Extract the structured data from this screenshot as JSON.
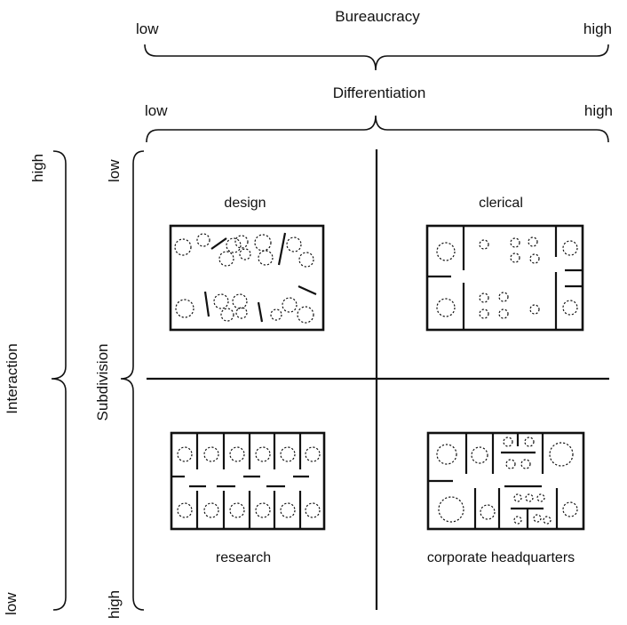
{
  "top_axis": {
    "title": "Bureaucracy",
    "low": "low",
    "high": "high"
  },
  "second_axis": {
    "title": "Differentiation",
    "low": "low",
    "high": "high"
  },
  "left_axis": {
    "title": "Interaction",
    "high": "high",
    "low": "low"
  },
  "inner_left_axis": {
    "title": "Subdivision",
    "low": "low",
    "high": "high"
  },
  "quadrants": {
    "top_left": "design",
    "top_right": "clerical",
    "bottom_left": "research",
    "bottom_right": "corporate headquarters"
  }
}
